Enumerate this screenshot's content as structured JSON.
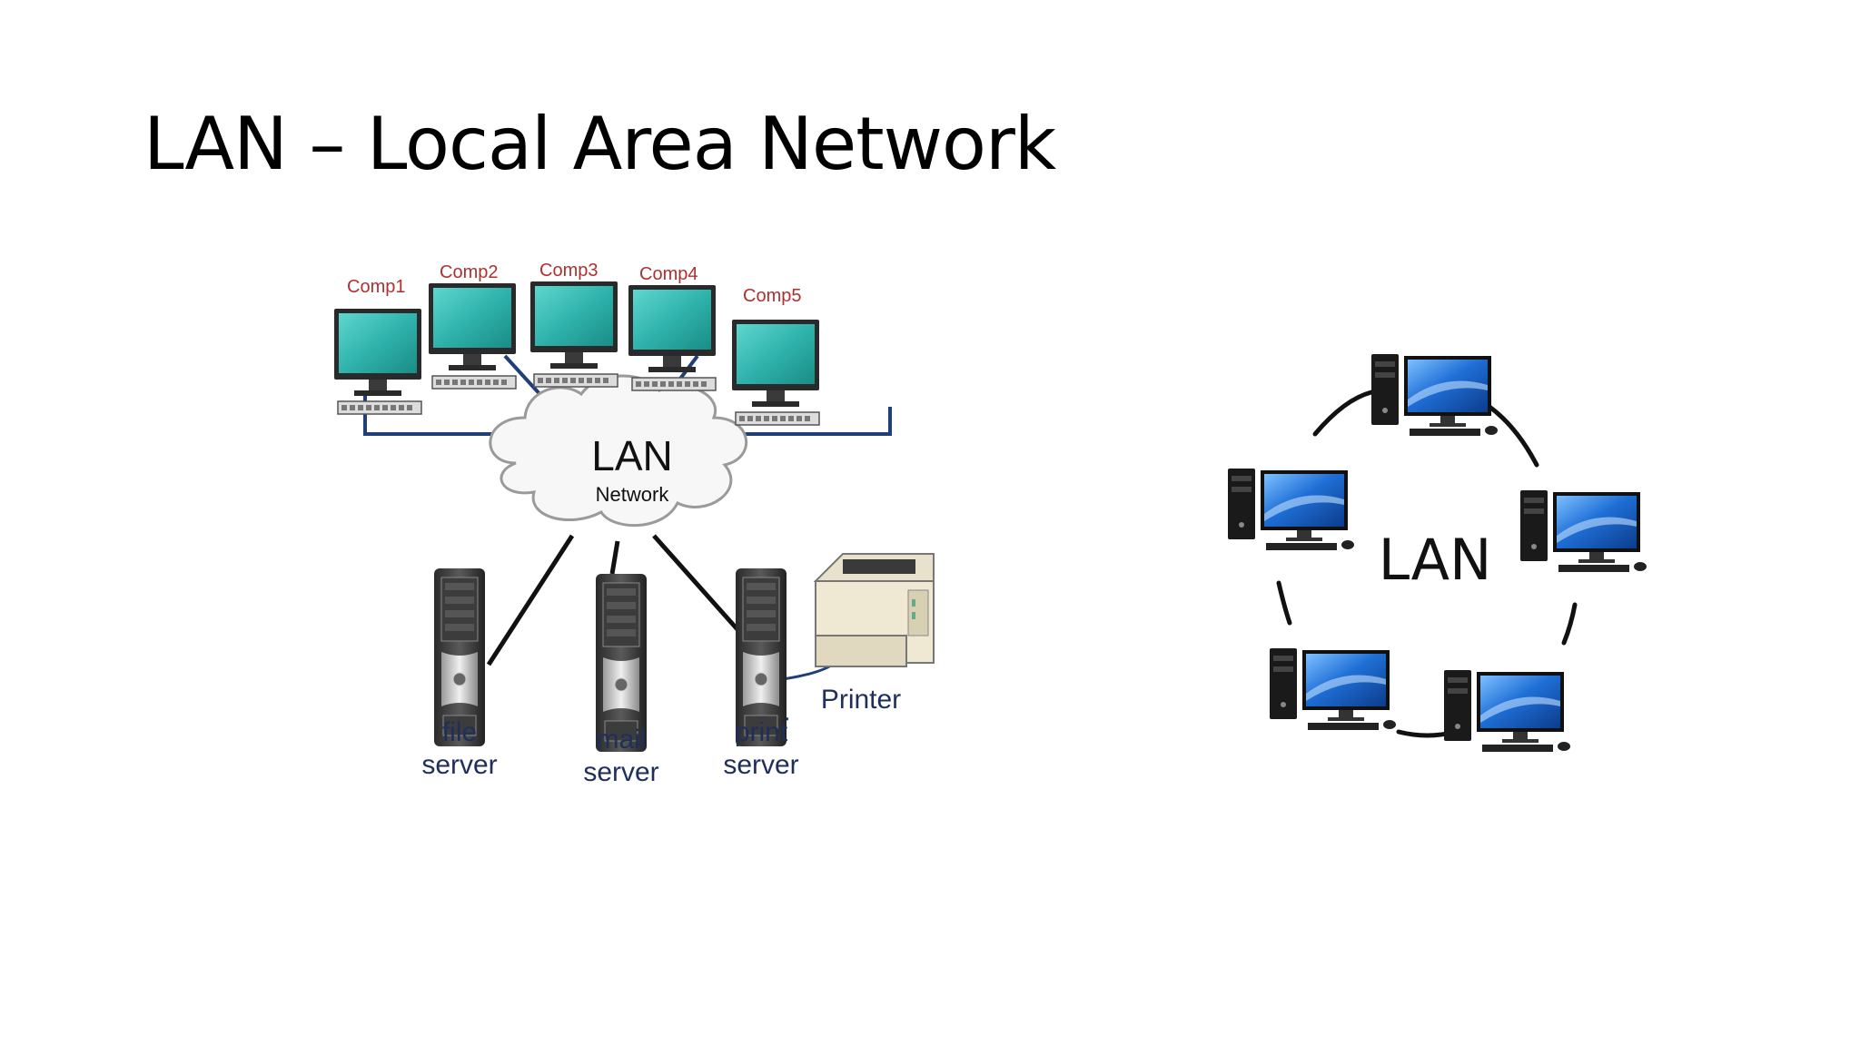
{
  "slide": {
    "title": "LAN – Local Area Network"
  },
  "left_diagram": {
    "cloud_label": "LAN",
    "cloud_sublabel": "Network",
    "computers": [
      {
        "label": "Comp1"
      },
      {
        "label": "Comp2"
      },
      {
        "label": "Comp3"
      },
      {
        "label": "Comp4"
      },
      {
        "label": "Comp5"
      }
    ],
    "servers": [
      {
        "line1": "file",
        "line2": "server"
      },
      {
        "line1": "mail",
        "line2": "server"
      },
      {
        "line1": "print",
        "line2": "server"
      }
    ],
    "printer_label": "Printer"
  },
  "right_diagram": {
    "center_label": "LAN",
    "node_count": 5
  },
  "colors": {
    "monitor_left": "#2fb3ac",
    "monitor_right": "#1f6fd6",
    "label_red": "#b03030",
    "label_navy": "#1f2f5a",
    "link_blue": "#1e3f78"
  }
}
